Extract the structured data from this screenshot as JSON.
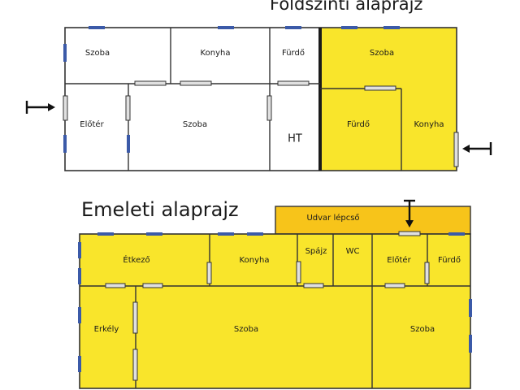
{
  "titles": {
    "ground_floor": "Földszinti alaprajz",
    "upper_floor": "Emeleti alaprajz"
  },
  "colors": {
    "room_fill": "#f9e52b",
    "stair_fill": "#f7c41a",
    "wall": "#333333",
    "window": "#3b5aa8",
    "door": "#5a5a5a",
    "background": "#ffffff"
  },
  "ground_floor": {
    "rooms": {
      "szoba_1": "Szoba",
      "konyha": "Konyha",
      "furdo": "Fürdő",
      "eloter": "Előtér",
      "szoba_2": "Szoba",
      "ht": "HT",
      "right_szoba": "Szoba",
      "right_furdo": "Fürdő",
      "right_konyha": "Konyha"
    }
  },
  "upper_floor": {
    "rooms": {
      "udvar_lepcso": "Udvar lépcső",
      "etkezo": "Étkező",
      "konyha": "Konyha",
      "spajz": "Spájz",
      "wc": "WC",
      "eloter": "Előtér",
      "furdo": "Fürdő",
      "erkely": "Erkély",
      "szoba_1": "Szoba",
      "szoba_2": "Szoba"
    }
  }
}
